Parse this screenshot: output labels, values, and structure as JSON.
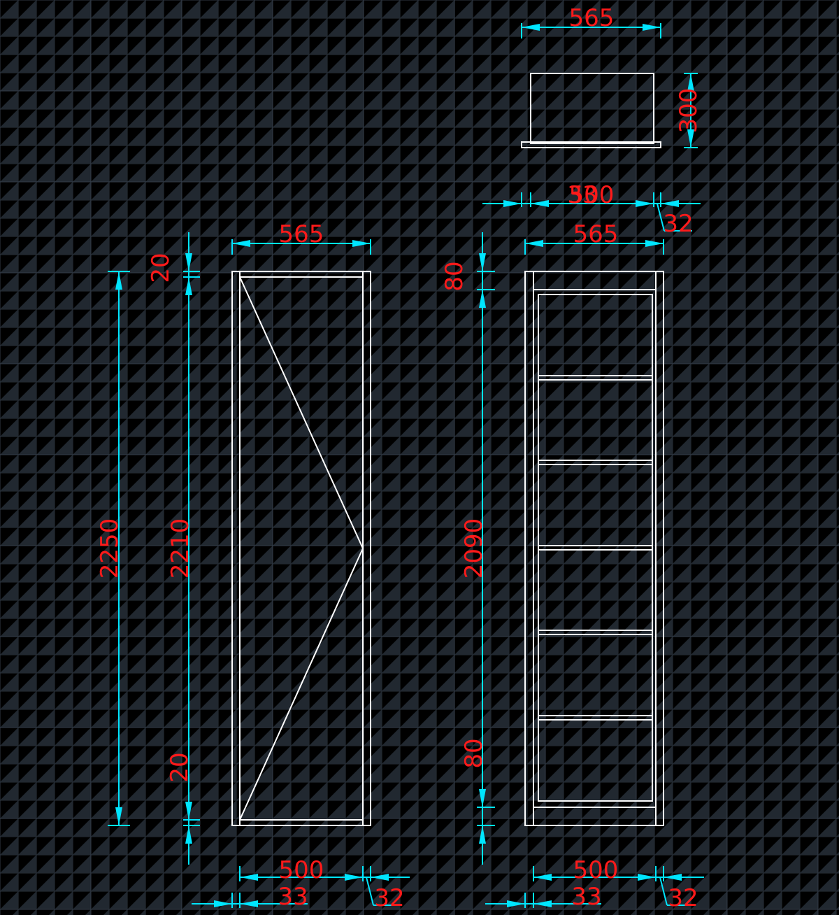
{
  "colors": {
    "background": "#212830",
    "object_lines": "#ffffff",
    "dimension_lines": "#00e5ff",
    "dimension_text": "#ff1a1a"
  },
  "dimensions": {
    "top_view_width": "565",
    "top_view_depth": "300",
    "top_view_bottom_a": "500",
    "top_view_bottom_b": "33",
    "top_view_bottom_c": "32",
    "left_width": "565",
    "left_total_height": "2250",
    "left_inner_height": "2210",
    "left_top_gap": "20",
    "left_bottom_gap": "20",
    "left_bottom_inner": "500",
    "left_bottom_left": "33",
    "left_bottom_right": "32",
    "right_width": "565",
    "right_top_gap": "80",
    "right_inner_height": "2090",
    "right_bottom_gap": "80",
    "right_bottom_inner": "500",
    "right_bottom_left": "33",
    "right_bottom_right": "32"
  }
}
